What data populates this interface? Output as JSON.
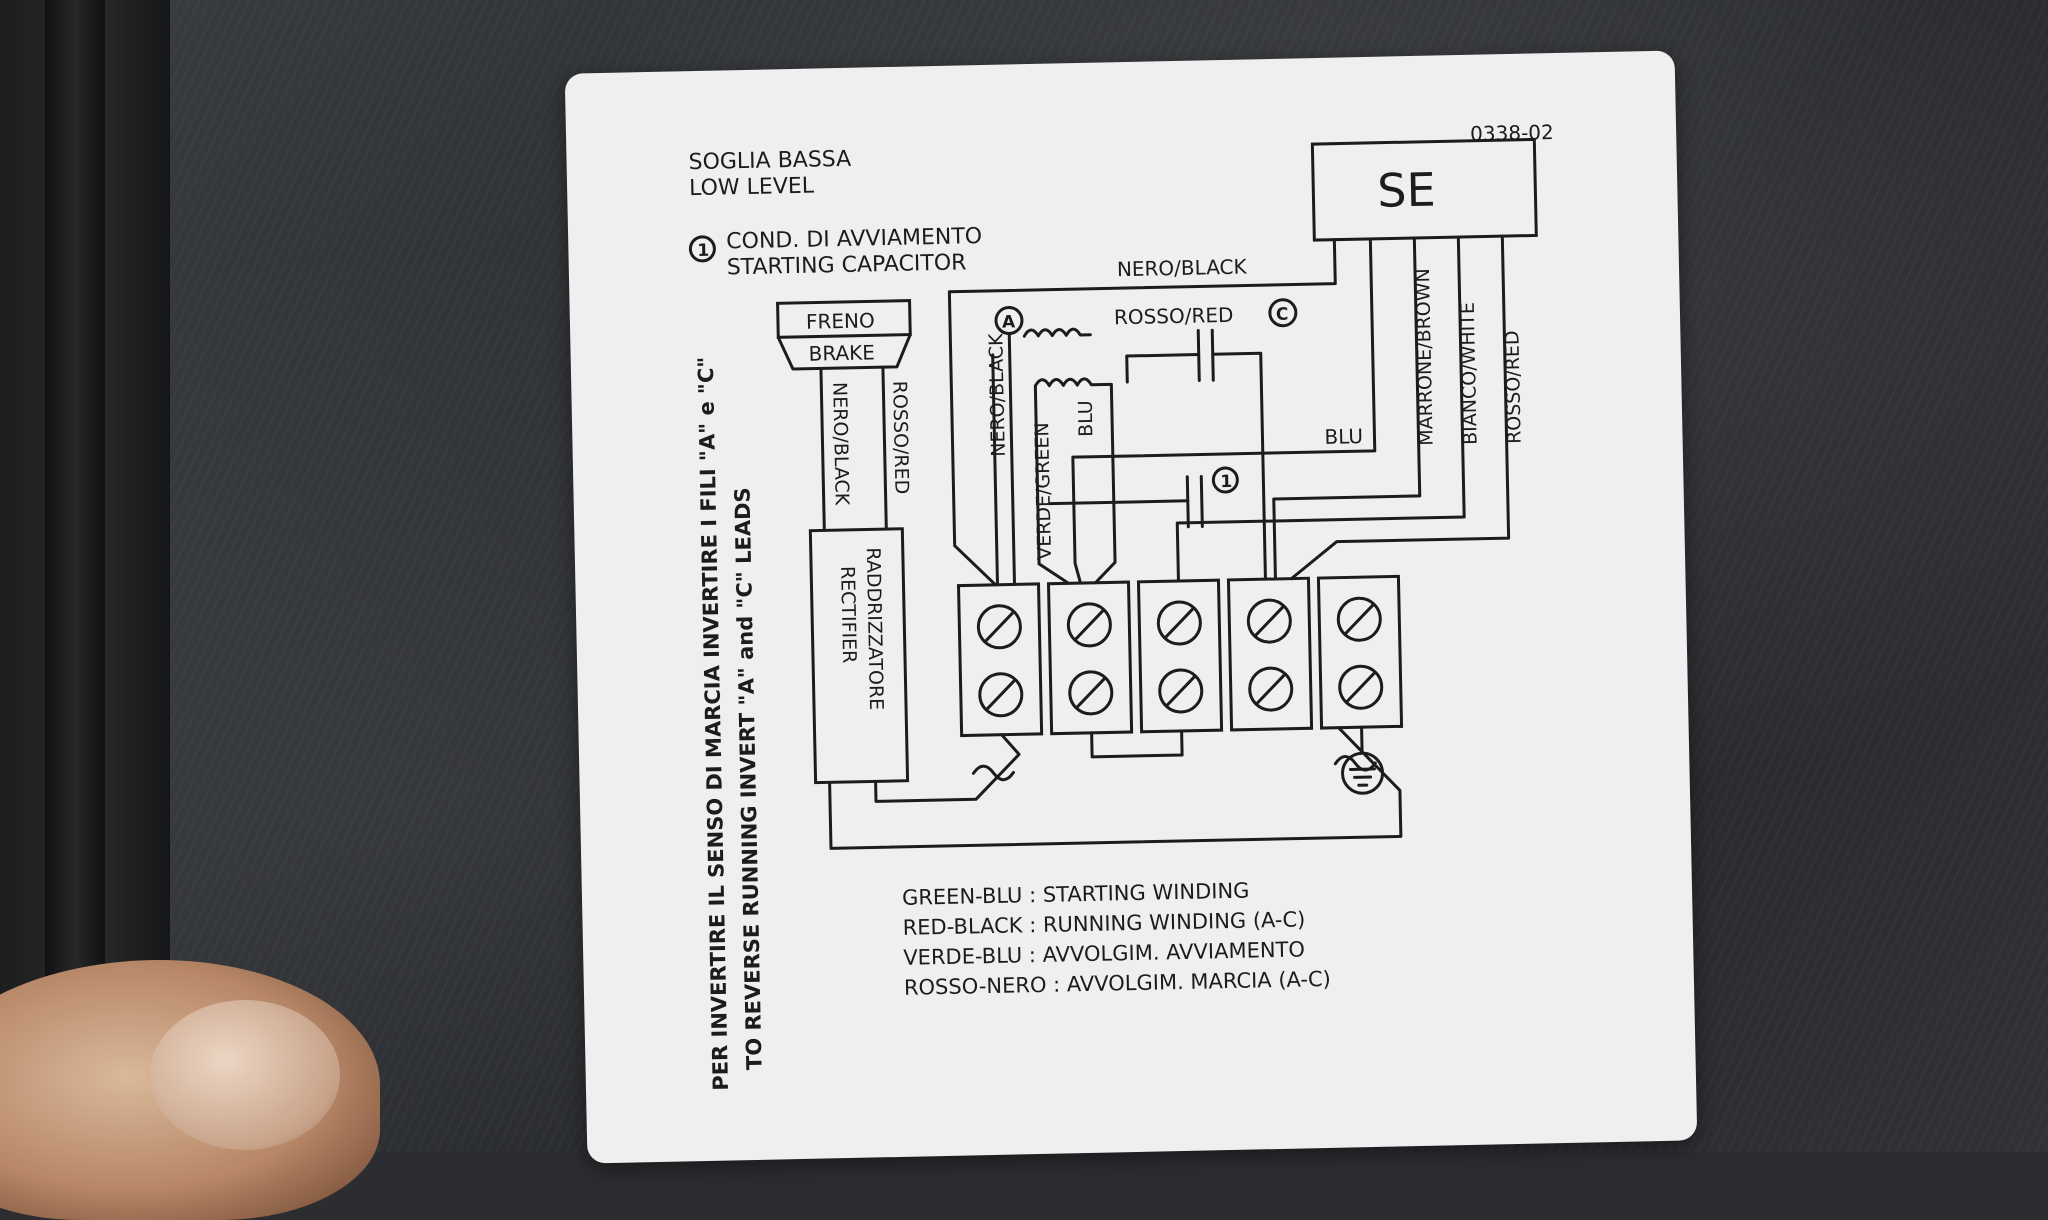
{
  "label": {
    "code": "0338-02",
    "threshold_it": "SOGLIA BASSA",
    "threshold_en": "LOW LEVEL",
    "capacitor_marker": "1",
    "capacitor_it": "COND. DI AVVIAMENTO",
    "capacitor_en": "STARTING CAPACITOR",
    "se_box": "SE",
    "brake_it": "FRENO",
    "brake_en": "BRAKE",
    "rectifier_it": "RADDRIZZATORE",
    "rectifier_en": "RECTIFIER",
    "marker_a": "A",
    "marker_c": "C",
    "reverse_it": "PER INVERTIRE IL SENSO DI MARCIA INVERTIRE I FILI \"A\" e \"C\"",
    "reverse_en": "TO REVERSE RUNNING INVERT \"A\" and \"C\" LEADS"
  },
  "wires": {
    "top_black": "NERO/BLACK",
    "red": "ROSSO/RED",
    "brake_black": "NERO/BLACK",
    "brake_red": "ROSSO/RED",
    "motor_black": "NERO/BLACK",
    "green": "VERDE/GREEN",
    "blu_vertical": "BLU",
    "blu_horizontal": "BLU",
    "brown": "MARRONE/BROWN",
    "white": "BIANCO/WHITE",
    "se_red": "ROSSO/RED"
  },
  "legend": [
    "GREEN-BLU : STARTING  WINDING",
    "RED-BLACK : RUNNING WINDING (A-C)",
    "VERDE-BLU : AVVOLGIM. AVVIAMENTO",
    "ROSSO-NERO : AVVOLGIM. MARCIA (A-C)"
  ],
  "colors": {
    "label_background": "#efefef",
    "ink": "#1c1c1c",
    "surface": "#2b2d30"
  },
  "icons": [
    "screw-icon",
    "ground-icon",
    "ac-tilde-icon",
    "capacitor-icon",
    "coil-icon"
  ]
}
